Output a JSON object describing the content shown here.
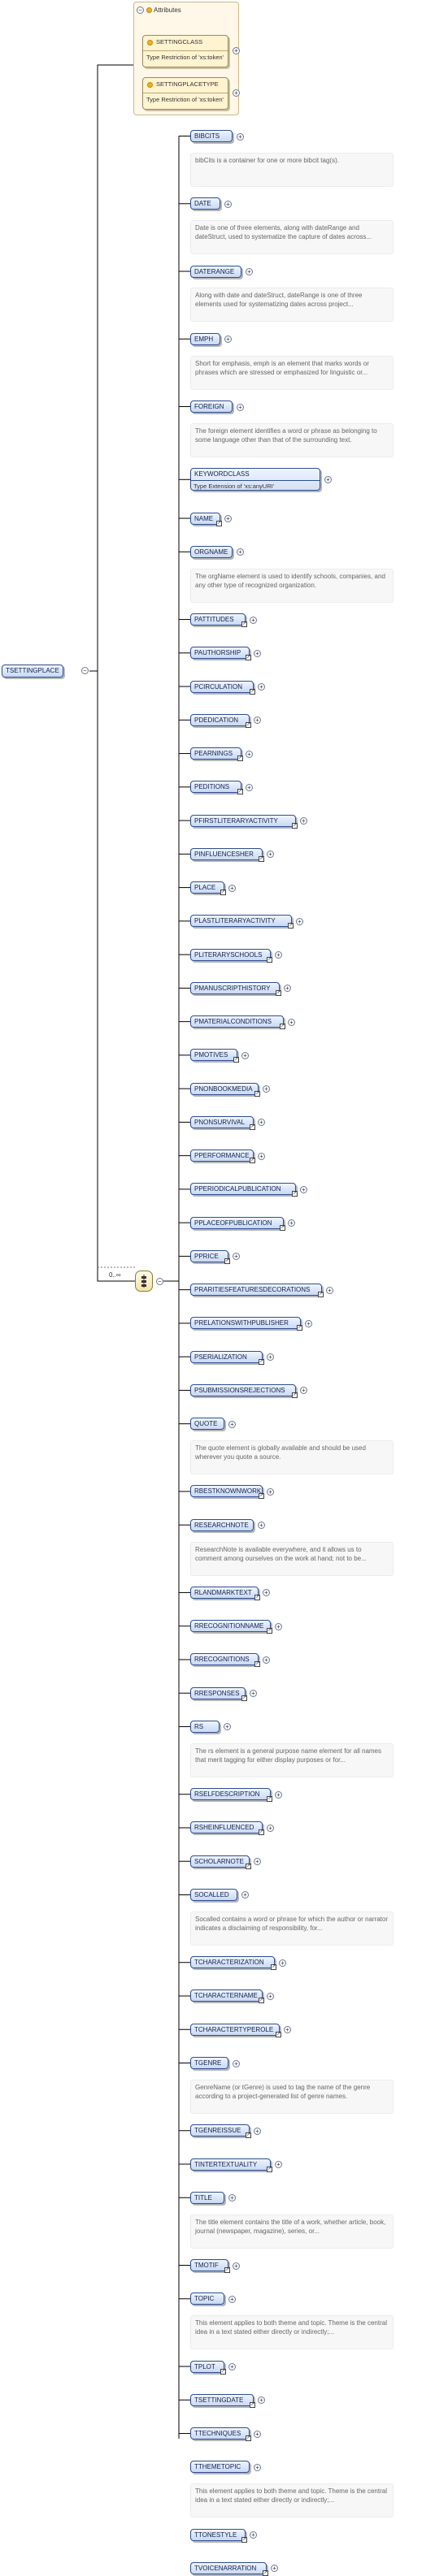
{
  "root": {
    "name": "TSETTINGPLACE"
  },
  "attributes": {
    "title": "Attributes",
    "items": [
      {
        "name": "SETTINGCLASS",
        "type": "Type   Restriction of 'xs:token'"
      },
      {
        "name": "SETTINGPLACETYPE",
        "type": "Type   Restriction of 'xs:token'"
      }
    ]
  },
  "sequence": {
    "occurrence": "0..∞"
  },
  "elements": [
    {
      "name": "BIBCITS",
      "doc": "bibCits is a container for one or more bibcit tag(s)."
    },
    {
      "name": "DATE",
      "doc": "Date is one of three elements, along with dateRange and dateStruct, used to systematize the capture of dates across..."
    },
    {
      "name": "DATERANGE",
      "doc": "Along with date and dateStruct, dateRange is one of three elements used for systematizing dates across project..."
    },
    {
      "name": "EMPH",
      "doc": "Short for emphasis, emph is an element that marks words or phrases which are stressed or emphasized for linguistic or..."
    },
    {
      "name": "FOREIGN",
      "doc": "The foreign element identifies a word or phrase as belonging to some language other than that of the surrounding text."
    },
    {
      "name": "KEYWORDCLASS",
      "type": "Type   Extension of 'xs:anyURI'"
    },
    {
      "name": "NAME"
    },
    {
      "name": "ORGNAME",
      "doc": "The orgName element is used to identify schools, companies, and any other type of recognized organization."
    },
    {
      "name": "PATTITUDES"
    },
    {
      "name": "PAUTHORSHIP"
    },
    {
      "name": "PCIRCULATION"
    },
    {
      "name": "PDEDICATION"
    },
    {
      "name": "PEARNINGS"
    },
    {
      "name": "PEDITIONS"
    },
    {
      "name": "PFIRSTLITERARYACTIVITY"
    },
    {
      "name": "PINFLUENCESHER"
    },
    {
      "name": "PLACE"
    },
    {
      "name": "PLASTLITERARYACTIVITY"
    },
    {
      "name": "PLITERARYSCHOOLS"
    },
    {
      "name": "PMANUSCRIPTHISTORY"
    },
    {
      "name": "PMATERIALCONDITIONS"
    },
    {
      "name": "PMOTIVES"
    },
    {
      "name": "PNONBOOKMEDIA"
    },
    {
      "name": "PNONSURVIVAL"
    },
    {
      "name": "PPERFORMANCE"
    },
    {
      "name": "PPERIODICALPUBLICATION"
    },
    {
      "name": "PPLACEOFPUBLICATION"
    },
    {
      "name": "PPRICE"
    },
    {
      "name": "PRARITIESFEATURESDECORATIONS"
    },
    {
      "name": "PRELATIONSWITHPUBLISHER"
    },
    {
      "name": "PSERIALIZATION"
    },
    {
      "name": "PSUBMISSIONSREJECTIONS"
    },
    {
      "name": "QUOTE",
      "doc": "The quote element is globally available and should be used wherever you quote a source."
    },
    {
      "name": "RBESTKNOWNWORK"
    },
    {
      "name": "RESEARCHNOTE",
      "doc": "ResearchNote is available everywhere, and it allows us to comment among ourselves on the work at hand; not to be..."
    },
    {
      "name": "RLANDMARKTEXT"
    },
    {
      "name": "RRECOGNITIONNAME"
    },
    {
      "name": "RRECOGNITIONS"
    },
    {
      "name": "RRESPONSES"
    },
    {
      "name": "RS",
      "doc": "The rs element is a general purpose name element for all names that merit tagging for either display purposes or for..."
    },
    {
      "name": "RSELFDESCRIPTION"
    },
    {
      "name": "RSHEINFLUENCED"
    },
    {
      "name": "SCHOLARNOTE"
    },
    {
      "name": "SOCALLED",
      "doc": "Socalled contains a word or phrase for which the author or narrator indicates a disclaiming of responsibility, for..."
    },
    {
      "name": "TCHARACTERIZATION"
    },
    {
      "name": "TCHARACTERNAME"
    },
    {
      "name": "TCHARACTERTYPEROLE"
    },
    {
      "name": "TGENRE",
      "doc": "GenreName (or tGenre) is used to tag the name of the genre according to a project-generated list of genre names."
    },
    {
      "name": "TGENREISSUE"
    },
    {
      "name": "TINTERTEXTUALITY"
    },
    {
      "name": "TITLE",
      "doc": "The title element contains the title of a work, whether article, book, journal (newspaper, magazine), series, or..."
    },
    {
      "name": "TMOTIF"
    },
    {
      "name": "TOPIC",
      "doc": "This element applies to both theme and topic. Theme is the central idea in a text stated either directly or indirectly;..."
    },
    {
      "name": "TPLOT"
    },
    {
      "name": "TSETTINGDATE"
    },
    {
      "name": "TTECHNIQUES"
    },
    {
      "name": "TTHEMETOPIC",
      "doc": "This element applies to both theme and topic. Theme is the central idea in a text stated either directly or indirectly;..."
    },
    {
      "name": "TTONESTYLE"
    },
    {
      "name": "TVOICENARRATION"
    }
  ]
}
